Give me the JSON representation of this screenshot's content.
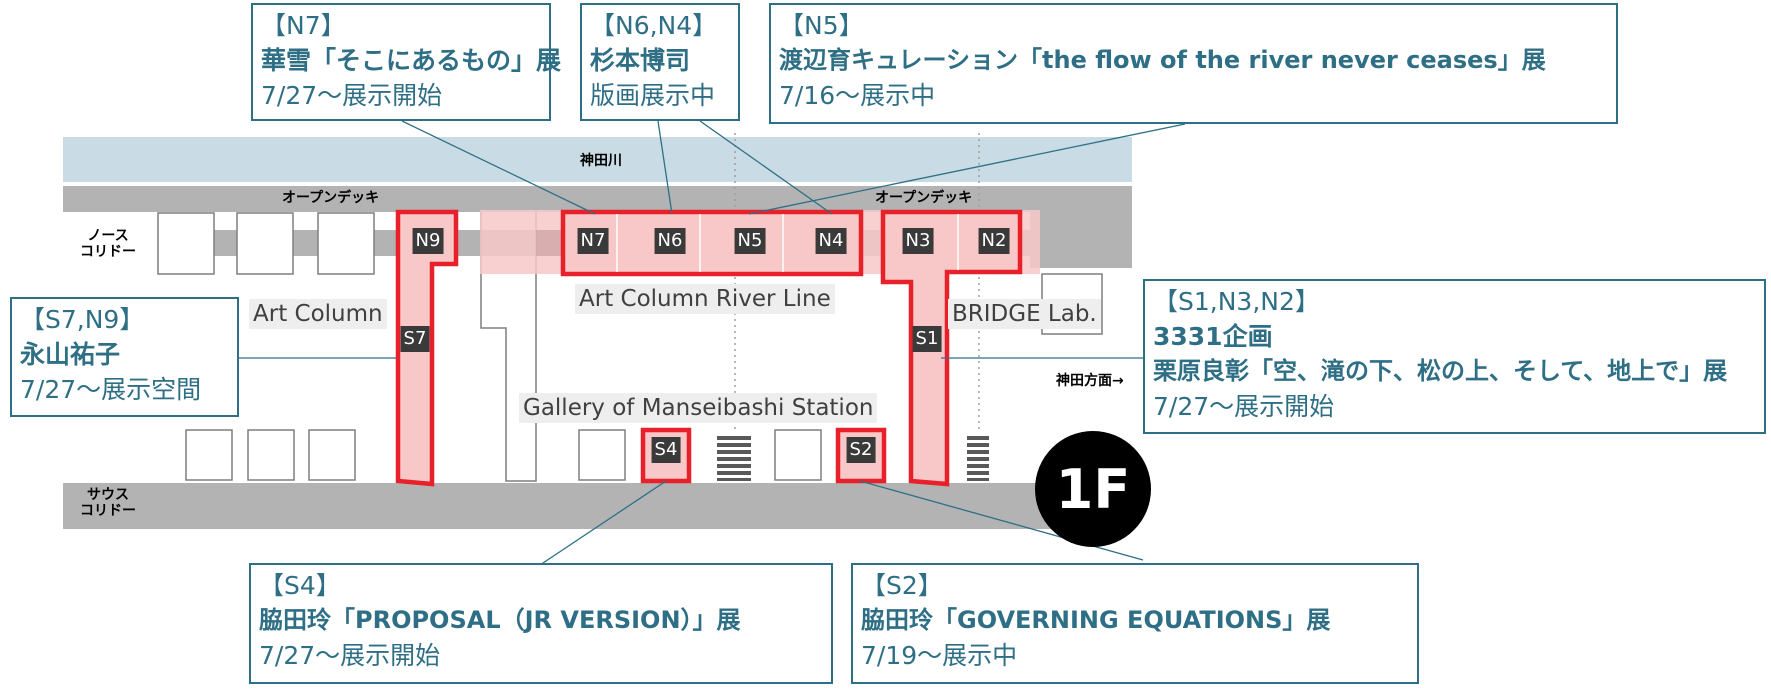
{
  "map": {
    "river_label": "神田川",
    "open_deck_left": "オープンデッキ",
    "open_deck_right": "オープンデッキ",
    "north_corridor": "ノース\nコリドー",
    "south_corridor": "サウス\nコリドー",
    "direction_label": "神田方面→",
    "floor_label": "1F",
    "areas": {
      "art_column": "Art Column",
      "art_column_river_line": "Art Column River Line",
      "bridge_lab": "BRIDGE Lab.",
      "gallery_manseibashi": "Gallery of Manseibashi Station"
    },
    "spaces": {
      "n9": "N9",
      "n7": "N7",
      "n6": "N6",
      "n5": "N5",
      "n4": "N4",
      "n3": "N3",
      "n2": "N2",
      "s7": "S7",
      "s1": "S1",
      "s4": "S4",
      "s2": "S2"
    },
    "colors": {
      "highlight_border": "#e8202a",
      "highlight_fill": "#f8c8c8",
      "callout": "#2f6f86",
      "river": "#c9dbe4",
      "corridor": "#b3b3b3"
    }
  },
  "callouts": {
    "n7": {
      "code": "【N7】",
      "title": "華雪「そこにあるもの」展",
      "sub": "7/27～展示開始"
    },
    "n6n4": {
      "code": "【N6,N4】",
      "title": "杉本博司",
      "sub": "版画展示中"
    },
    "n5": {
      "code": "【N5】",
      "title": "渡辺育キュレーション「the flow of the river never ceases」展",
      "sub": "7/16～展示中"
    },
    "s7n9": {
      "code": "【S7,N9】",
      "title": "永山祐子",
      "sub": "7/27～展示空間"
    },
    "s1n3n2": {
      "code": "【S1,N3,N2】",
      "title": "3331企画",
      "title2": "栗原良彰「空、滝の下、松の上、そして、地上で」展",
      "sub": "7/27～展示開始"
    },
    "s4": {
      "code": "【S4】",
      "title": "脇田玲「PROPOSAL（JR VERSION）」展",
      "sub": "7/27～展示開始"
    },
    "s2": {
      "code": "【S2】",
      "title": "脇田玲「GOVERNING EQUATIONS」展",
      "sub": "7/19～展示中"
    }
  }
}
